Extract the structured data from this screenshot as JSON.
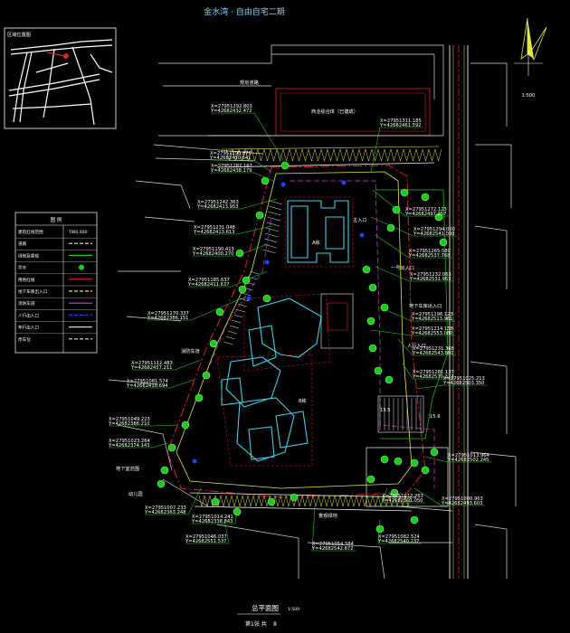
{
  "drawing": {
    "title": "金水湾 · 自由自宅二期",
    "plan_title": "总平面图",
    "plan_scale": "1:500",
    "north_scale": "1:500",
    "page_label": "第1张 共",
    "page_num": "8"
  },
  "location_map": {
    "title": "区域位置图"
  },
  "legend": {
    "title": "图 例",
    "rows": [
      {
        "label": "建筑红线范围",
        "sample_text": "TW0.000"
      },
      {
        "label": "道路",
        "sample_text": ""
      },
      {
        "label": "绿地及景观",
        "sample_text": ""
      },
      {
        "label": "乔木",
        "sample_text": ""
      },
      {
        "label": "用地红线",
        "sample_text": ""
      },
      {
        "label": "地下车库出入口",
        "sample_text": ""
      },
      {
        "label": "消防车道",
        "sample_text": ""
      },
      {
        "label": "人行出入口",
        "sample_text": ""
      },
      {
        "label": "车行出入口",
        "sample_text": ""
      },
      {
        "label": "停车位",
        "sample_text": ""
      }
    ]
  },
  "annotations": {
    "top_building": "商业综合体（已建成）",
    "top_road": "规划道路",
    "building_a": "A栋",
    "building_b": "B栋",
    "entrance_1": "一号出入口",
    "entrance_2": "地下车库出入口",
    "entrance_3": "人行入口",
    "entrance_4": "消防车道",
    "entrance_5": "地下室范围",
    "entrance_6": "幼儿园",
    "entrance_7": "景观绿地",
    "entrance_8": "主入口",
    "dimension_1": "13.5",
    "dimension_2": "15.6"
  },
  "coords": [
    {
      "x": "X=27951292.803",
      "y": "Y=42682432.472"
    },
    {
      "x": "X=27951311.185",
      "y": "Y=42682461.592"
    },
    {
      "x": "X=27951290.870",
      "y": "Y=42682430.641"
    },
    {
      "x": "X=27951287.167",
      "y": "Y=42682438.179"
    },
    {
      "x": "X=27951242.363",
      "y": "Y=42682413.953"
    },
    {
      "x": "X=27951231.048",
      "y": "Y=42682413.613"
    },
    {
      "x": "X=27951190.413",
      "y": "Y=42682400.270"
    },
    {
      "x": "X=27951185.637",
      "y": "Y=42682411.637"
    },
    {
      "x": "X=27951170.337",
      "y": "Y=42682386.151"
    },
    {
      "x": "X=27951272.123",
      "y": "Y=42682497.257"
    },
    {
      "x": "X=27951294.050",
      "y": "Y=42682541.030"
    },
    {
      "x": "X=27951265.580",
      "y": "Y=42682537.768"
    },
    {
      "x": "X=27951232.063",
      "y": "Y=42682531.963"
    },
    {
      "x": "X=27951196.123",
      "y": "Y=42682513.961"
    },
    {
      "x": "X=27951214.158",
      "y": "Y=42682553.080"
    },
    {
      "x": "X=27951231.368",
      "y": "Y=42682543.880"
    },
    {
      "x": "X=27951281.137",
      "y": "Y=42682570.327"
    },
    {
      "x": "X=27951112.483",
      "y": "Y=42682457.211"
    },
    {
      "x": "X=27951081.574",
      "y": "Y=42682410.694"
    },
    {
      "x": "X=27951049.223",
      "y": "Y=42682386.210"
    },
    {
      "x": "X=27951023.264",
      "y": "Y=42682374.143"
    },
    {
      "x": "X=27951007.233",
      "y": "Y=42682363.248"
    },
    {
      "x": "X=27951014.241",
      "y": "Y=42682338.843"
    },
    {
      "x": "X=27951046.037",
      "y": "Y=42682551.537"
    },
    {
      "x": "X=27951054.584",
      "y": "Y=42682542.872"
    },
    {
      "x": "X=27951082.524",
      "y": "Y=42682540.237"
    },
    {
      "x": "X=27951012.263",
      "y": "Y=42682501.050"
    },
    {
      "x": "X=27951000.963",
      "y": "Y=42682493.603"
    },
    {
      "x": "X=27951025.213",
      "y": "Y=42682503.350"
    },
    {
      "x": "X=27951013.964",
      "y": "Y=42682502.245"
    }
  ],
  "colors": {
    "background": "#000000",
    "road_white": "#e8e8e8",
    "building_cyan": "#3fd0e6",
    "redline": "#e0202a",
    "yellow": "#e6e640",
    "green": "#1ec81e",
    "magenta": "#d040d0",
    "blue": "#2040ff",
    "leader": "#28d828",
    "title_blue": "#7fd4ff"
  }
}
